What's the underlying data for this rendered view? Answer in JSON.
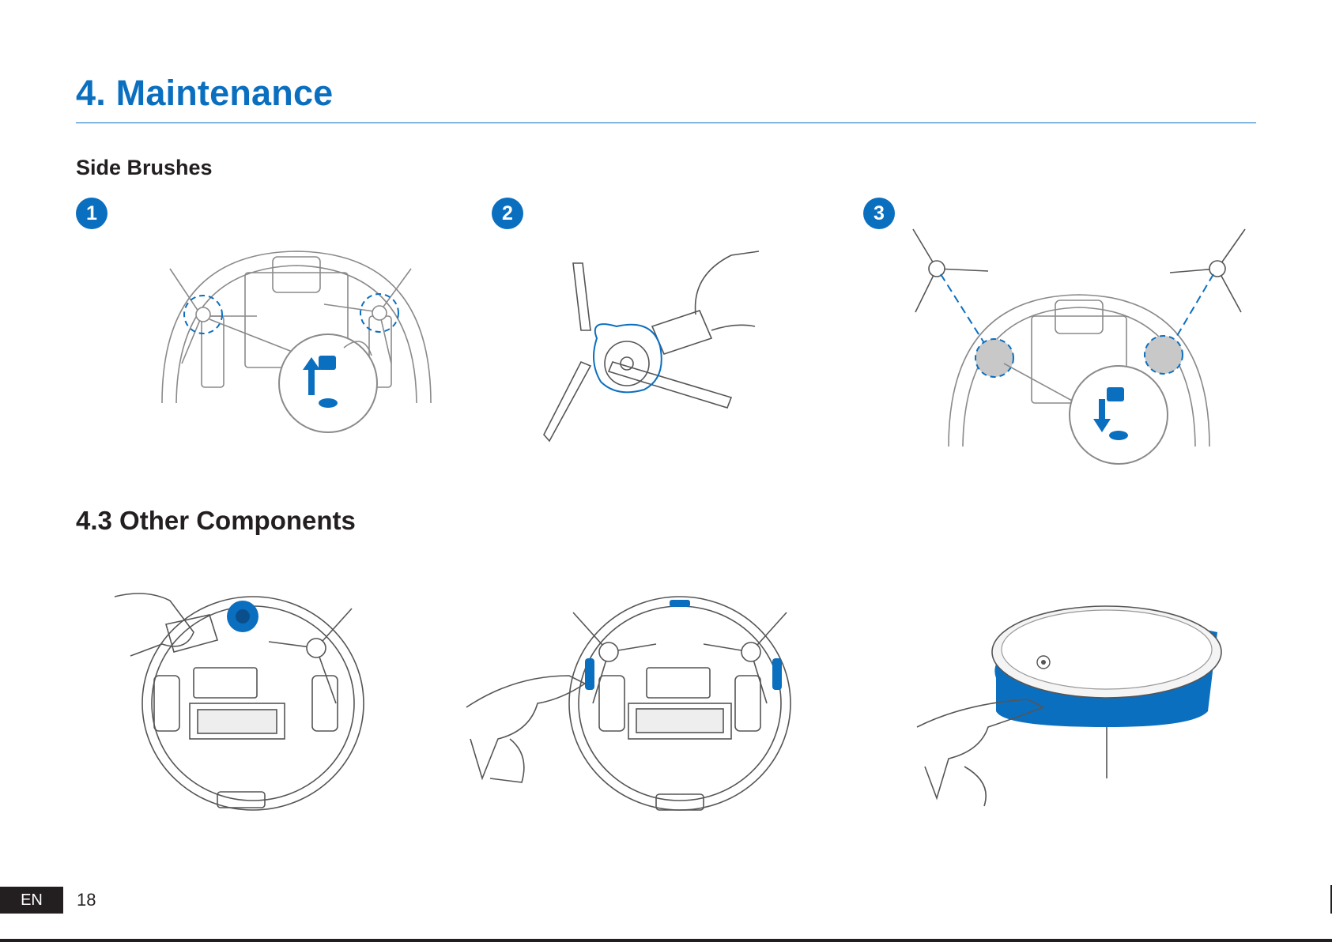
{
  "page": {
    "title": "4. Maintenance",
    "section_side_brushes": "Side Brushes",
    "section_other": "4.3 Other Components",
    "steps": [
      "1",
      "2",
      "3"
    ],
    "footer": {
      "language": "EN",
      "page_number": "18"
    }
  },
  "colors": {
    "accent": "#0b6fc0",
    "text": "#231f20",
    "line_art": "#8a8a8a"
  },
  "figures": {
    "side_brushes": [
      "robot-underside-remove-brush",
      "hand-holding-side-brush",
      "robot-underside-install-brush"
    ],
    "other_components": [
      "clean-main-wheel",
      "clean-cliff-sensors",
      "clean-bumper-sensor"
    ]
  }
}
